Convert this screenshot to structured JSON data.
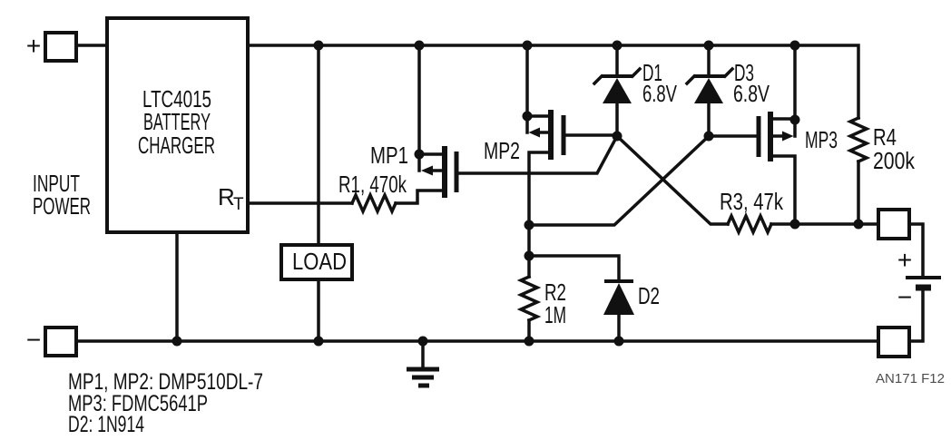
{
  "colors": {
    "ink": "#111111",
    "background": "#ffffff",
    "figure_id": "#4d4d4d"
  },
  "chip": {
    "line1": "LTC4015",
    "line2": "BATTERY",
    "line3": "CHARGER",
    "rt_pin": "R",
    "rt_sub": "T"
  },
  "input": {
    "plus": "+",
    "minus": "−",
    "label_line1": "INPUT",
    "label_line2": "POWER"
  },
  "load": {
    "label": "LOAD"
  },
  "mosfets": {
    "mp1": "MP1",
    "mp2": "MP2",
    "mp3": "MP3"
  },
  "resistors": {
    "r1": "R1, 470k",
    "r2_name": "R2",
    "r2_value": "1M",
    "r3": "R3, 47k",
    "r4_name": "R4",
    "r4_value": "200k"
  },
  "diodes": {
    "d1_name": "D1",
    "d1_value": "6.8V",
    "d2_name": "D2",
    "d3_name": "D3",
    "d3_value": "6.8V"
  },
  "battery": {
    "plus": "+",
    "minus": "−"
  },
  "notes": [
    "MP1, MP2: DMP510DL-7",
    "MP3: FDMC5641P",
    "D2: 1N914"
  ],
  "figure_id": "AN171 F12"
}
